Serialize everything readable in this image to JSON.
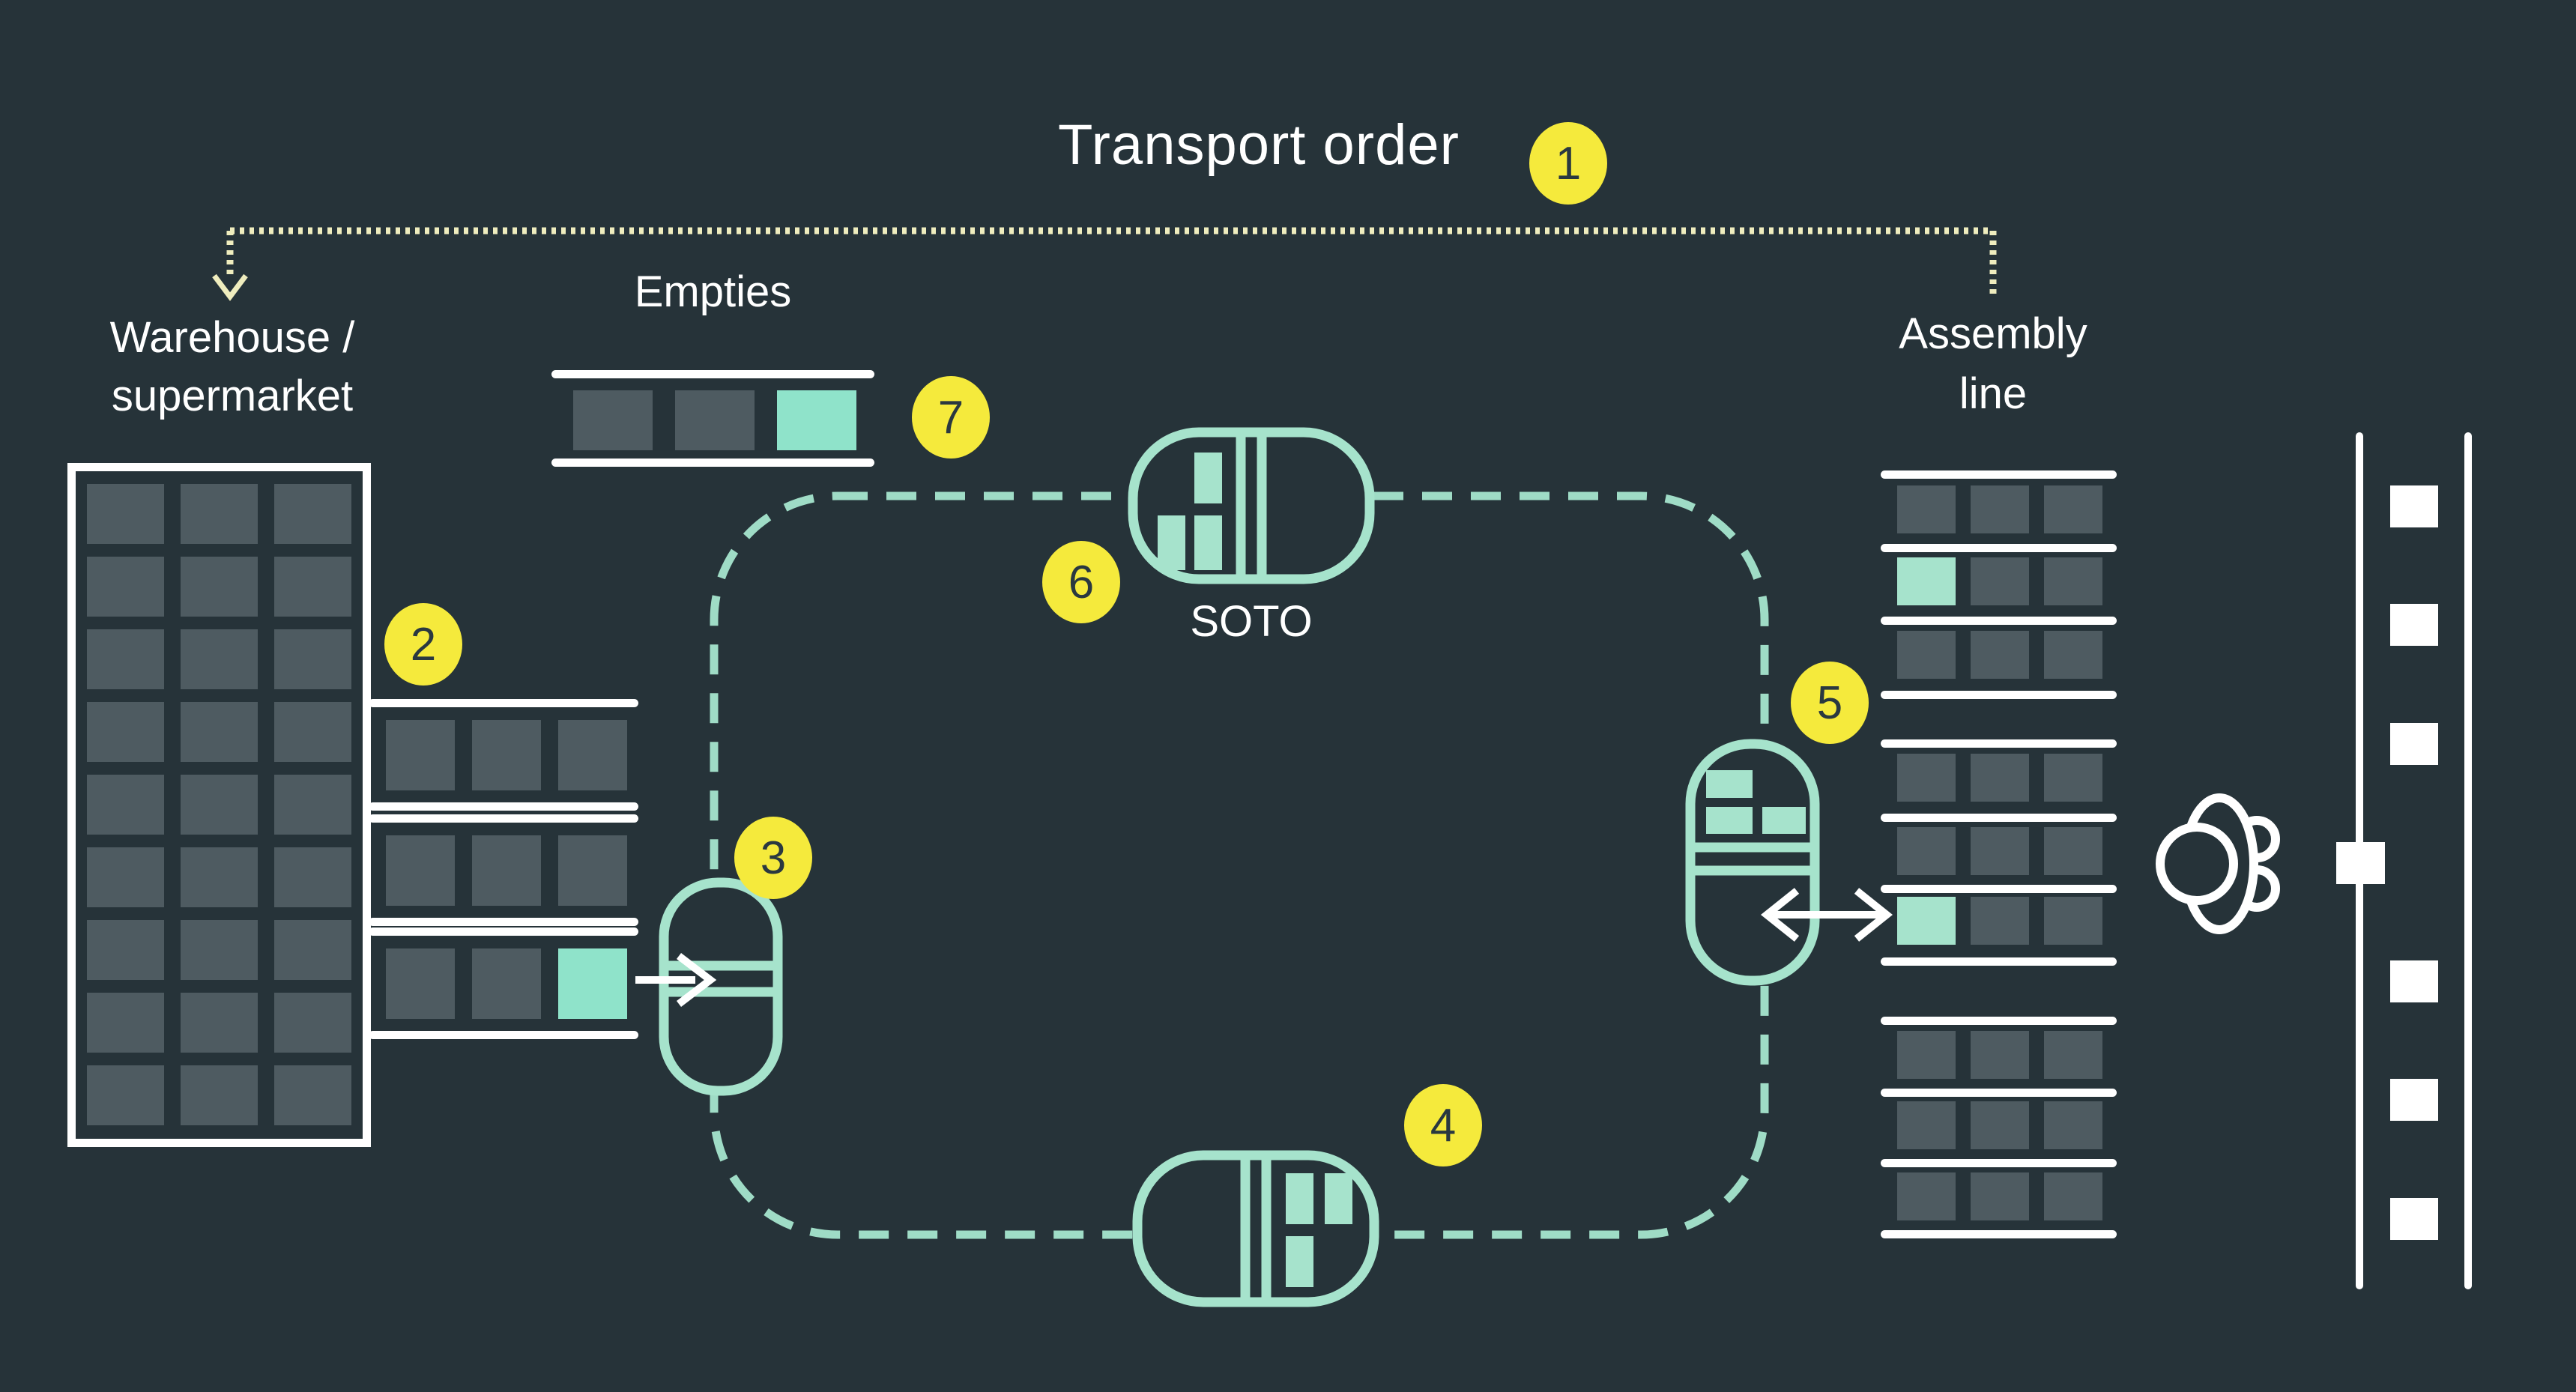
{
  "title": "Transport order",
  "labels": {
    "warehouse_line1": "Warehouse /",
    "warehouse_line2": "supermarket",
    "empties": "Empties",
    "soto": "SOTO",
    "assembly_line1": "Assembly",
    "assembly_line2": "line"
  },
  "steps": [
    "1",
    "2",
    "3",
    "4",
    "5",
    "6",
    "7"
  ],
  "colors": {
    "background": "#263339",
    "slot_gray": "#4E5B61",
    "teal_light": "#A6E3CC",
    "teal_bright": "#8FE3CA",
    "badge_yellow": "#F5EA3C",
    "path_yellow": "#EFEDBE",
    "route_teal": "#9FDCC6",
    "white": "#FFFFFF"
  },
  "warehouse_rack": {
    "rows": 9,
    "cols": 3,
    "fill": "gray"
  },
  "feed_shelves": {
    "rows": [
      [
        "gray",
        "gray",
        "gray"
      ],
      [
        "gray",
        "gray",
        "gray"
      ],
      [
        "gray",
        "gray",
        "bright"
      ]
    ]
  },
  "empties_conveyor": {
    "boxes": [
      "gray",
      "gray",
      "bright"
    ]
  },
  "assembly_rack": {
    "groups": [
      [
        [
          "gray",
          "gray",
          "gray"
        ],
        [
          "teal",
          "gray",
          "gray"
        ],
        [
          "gray",
          "gray",
          "gray"
        ]
      ],
      [
        [
          "gray",
          "gray",
          "gray"
        ],
        [
          "gray",
          "gray",
          "gray"
        ],
        [
          "teal",
          "gray",
          "gray"
        ]
      ],
      [
        [
          "gray",
          "gray",
          "gray"
        ],
        [
          "gray",
          "gray",
          "gray"
        ],
        [
          "gray",
          "gray",
          "gray"
        ]
      ]
    ]
  },
  "output_conveyor": {
    "slot_count": 6,
    "station_slot_count": 1
  }
}
